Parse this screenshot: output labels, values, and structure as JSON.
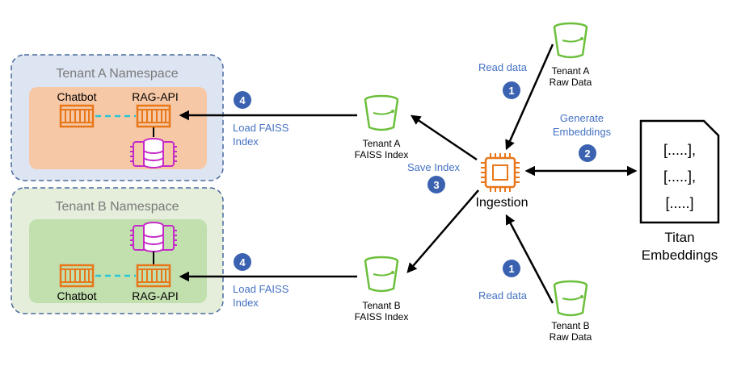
{
  "namespaces": {
    "a": {
      "title": "Tenant A Namespace",
      "chatbot": "Chatbot",
      "rag_api": "RAG-API"
    },
    "b": {
      "title": "Tenant B Namespace",
      "chatbot": "Chatbot",
      "rag_api": "RAG-API"
    }
  },
  "buckets": {
    "a_faiss": {
      "line1": "Tenant A",
      "line2": "FAISS Index"
    },
    "b_faiss": {
      "line1": "Tenant B",
      "line2": "FAISS Index"
    },
    "a_raw": {
      "line1": "Tenant A",
      "line2": "Raw Data"
    },
    "b_raw": {
      "line1": "Tenant B",
      "line2": "Raw Data"
    }
  },
  "ingestion": {
    "label": "Ingestion"
  },
  "titan": {
    "rows": [
      "[.....],",
      "[.....],",
      "[.....]"
    ],
    "line1": "Titan",
    "line2": "Embeddings"
  },
  "steps": {
    "read_a": {
      "num": "1",
      "label": "Read data"
    },
    "read_b": {
      "num": "1",
      "label": "Read data"
    },
    "generate": {
      "num": "2",
      "line1": "Generate",
      "line2": "Embeddings"
    },
    "save": {
      "num": "3",
      "label": "Save Index"
    },
    "load_a": {
      "num": "4",
      "line1": "Load FAISS",
      "line2": "Index"
    },
    "load_b": {
      "num": "4",
      "line1": "Load FAISS",
      "line2": "Index"
    }
  },
  "colors": {
    "blue_step": "#3b62b0",
    "blue_text": "#4472c4",
    "orange": "#e8771a",
    "magenta": "#c52ac9",
    "green": "#6bbf3a",
    "ns_a_fill": "#dde5f3",
    "ns_a_inner": "#f7c8a5",
    "ns_b_fill": "#e4eedb",
    "ns_b_inner": "#c2dfae",
    "teal": "#25c6d6"
  }
}
